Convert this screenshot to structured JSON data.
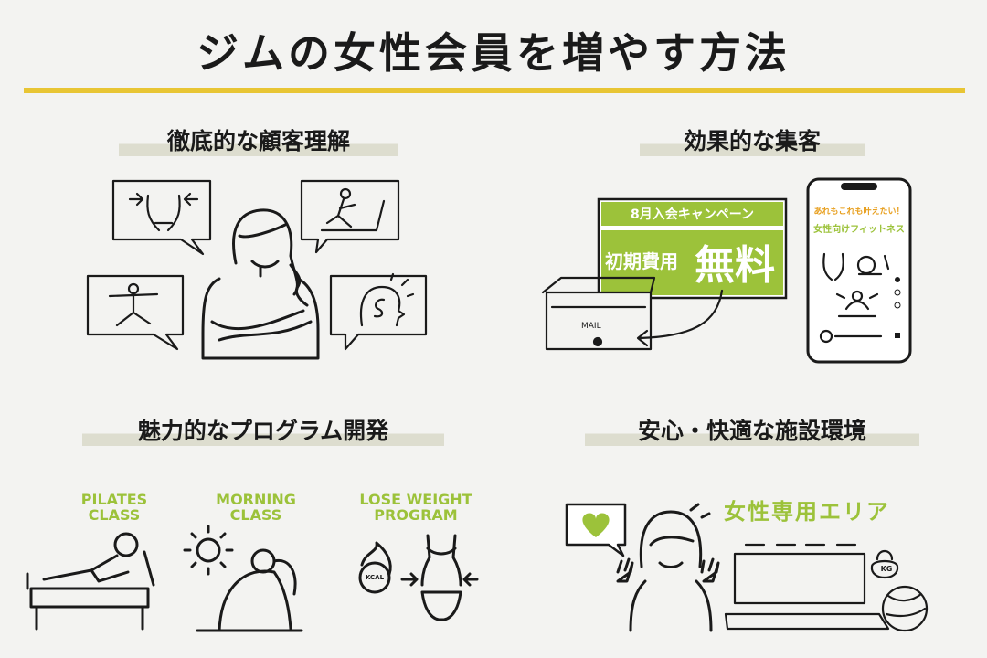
{
  "title": "ジムの女性会員を増やす方法",
  "sections": [
    {
      "heading": "徹底的な顧客理解"
    },
    {
      "heading": "効果的な集客"
    },
    {
      "heading": "魅力的なプログラム開発"
    },
    {
      "heading": "安心・快適な施設環境"
    }
  ],
  "campaign": {
    "banner": "8月入会キャンペーン",
    "fee_label": "初期費用",
    "free_label": "無料",
    "mail_label": "MAIL"
  },
  "phone": {
    "line1": "あれもこれも叶えたい！",
    "line2": "女性向けフィットネス"
  },
  "programs": [
    {
      "line1": "PILATES",
      "line2": "CLASS"
    },
    {
      "line1": "MORNING",
      "line2": "CLASS"
    },
    {
      "line1": "LOSE WEIGHT",
      "line2": "PROGRAM"
    }
  ],
  "kcal_label": "KCAL",
  "women_area": "女性専用エリア",
  "kg_label": "KG",
  "colors": {
    "accent_yellow": "#e8c534",
    "accent_green": "#9cc23a",
    "background": "#f3f3f1",
    "ink": "#1a1a1a"
  }
}
